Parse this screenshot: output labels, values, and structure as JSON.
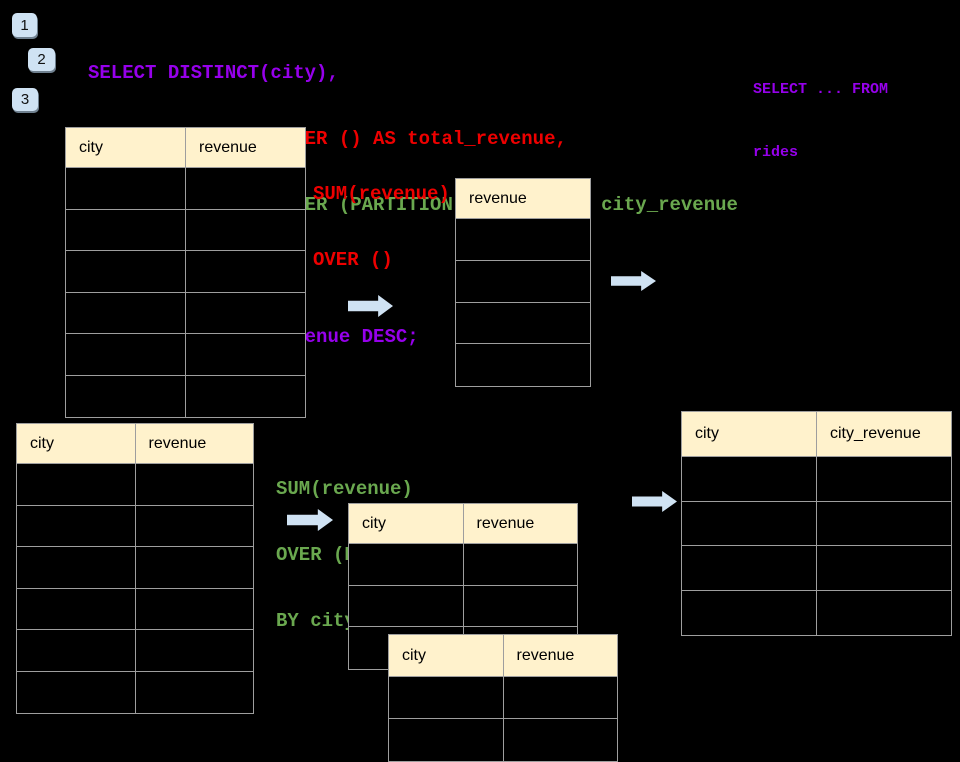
{
  "colors": {
    "background": "#000000",
    "sql_purple": "#9600EB",
    "sql_red": "#EE0000",
    "sql_green": "#6AA84F",
    "arrow_fill": "#CFE2F3",
    "badge_fill": "#CFE2F3",
    "table_header_fill": "#FFF2CC",
    "table_border": "#9E9E9E"
  },
  "badges": {
    "step1": "1",
    "step2": "2",
    "step3": "3"
  },
  "sql": {
    "line1": "SELECT DISTINCT(city),",
    "line2": "    SUM(revenue) OVER () AS total_revenue,",
    "line3": "    SUM(revenue) OVER (PARTITION BY city) as city_revenue",
    "line4": "  FROM rides",
    "line5": "  ORDER by city_revenue DESC;"
  },
  "side_note": {
    "line1": "SELECT ... FROM",
    "line2": "rides"
  },
  "annotations": {
    "total": {
      "line1": "SUM(revenue)",
      "line2": "OVER ()"
    },
    "partition": {
      "line1": "SUM(revenue)",
      "line2": "OVER (PARTITION",
      "line3": "BY city)"
    }
  },
  "icons": {
    "right_arrow": "block-right-arrow"
  },
  "tables": {
    "source_top": {
      "headers": [
        "city",
        "revenue"
      ],
      "rows": 6
    },
    "total_result": {
      "headers": [
        "revenue"
      ],
      "rows": 4
    },
    "source_bottom": {
      "headers": [
        "city",
        "revenue"
      ],
      "rows": 6
    },
    "partition_step": {
      "headers": [
        "city",
        "revenue"
      ],
      "rows": 3
    },
    "partition_overlay": {
      "headers": [
        "city",
        "revenue"
      ],
      "rows": 2
    },
    "partition_result": {
      "headers": [
        "city",
        "city_revenue"
      ],
      "rows": 4
    }
  }
}
